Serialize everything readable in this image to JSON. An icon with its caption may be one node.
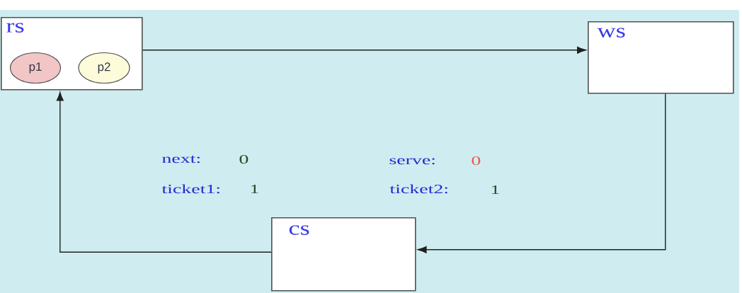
{
  "diagram": {
    "nodes": [
      {
        "text": [
          "rs"
        ]
      },
      {
        "text": [
          "p1"
        ],
        "in": 0
      },
      {
        "text": [
          "p2"
        ],
        "in": 0
      },
      {
        "text": [
          "ws"
        ]
      },
      {
        "text": [
          "cs"
        ]
      }
    ],
    "edges": [
      {
        "from": 0,
        "to": 3,
        "arrow": "to"
      },
      {
        "from": 3,
        "to": 4,
        "arrow": "to"
      },
      {
        "from": 4,
        "to": 0,
        "arrow": "to"
      }
    ],
    "labels": [
      "next:",
      "0",
      "serve:",
      "0",
      "ticket1:",
      "1",
      "ticket2:",
      "1"
    ]
  }
}
